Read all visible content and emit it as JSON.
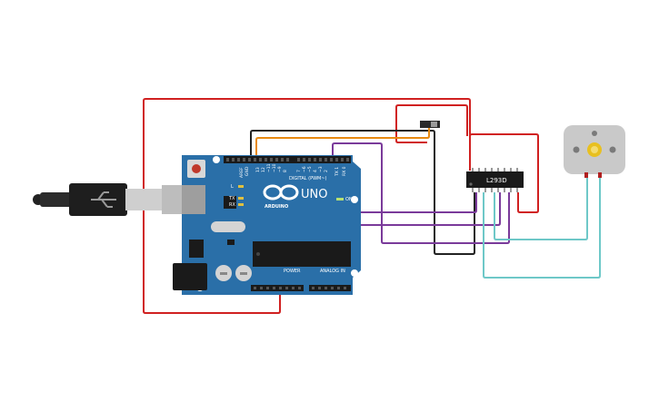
{
  "board": {
    "brand": "ARDUINO",
    "model": "UNO",
    "digital_label": "DIGITAL (PWM~)",
    "power_label": "POWER",
    "analog_label": "ANALOG IN",
    "on_label": "ON",
    "tx_label": "TX",
    "rx_label": "RX",
    "l_label": "L",
    "aref_label": "AREF",
    "gnd_label": "GND",
    "pin_13": "13",
    "pin_12": "12",
    "pin_11": "~11",
    "pin_10": "~10",
    "pin_9": "~9",
    "pin_8": "8",
    "pin_7": "7",
    "pin_6": "~6",
    "pin_5": "~5",
    "pin_4": "4",
    "pin_3": "~3",
    "pin_2": "2",
    "pin_1": "TX 1",
    "pin_0": "RX 0"
  },
  "chip": {
    "label": "L293D"
  },
  "colors": {
    "board": "#2a6fa8",
    "wire_red": "#d02020",
    "wire_black": "#222222",
    "wire_orange": "#e88a12",
    "wire_purple": "#7a3a9a",
    "wire_teal": "#6ec8c8",
    "motor_body": "#c9c9c9",
    "motor_shaft": "#e8c020"
  }
}
